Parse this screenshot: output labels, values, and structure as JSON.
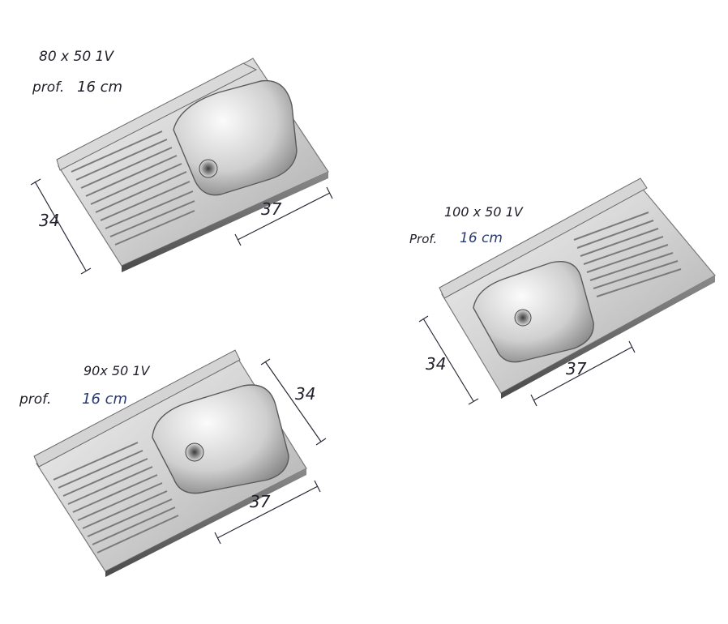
{
  "colors": {
    "steel_light": "#e6e6e6",
    "steel_mid": "#bdbdbd",
    "steel_dark": "#6d6d6d",
    "ink": "#1f1f2a",
    "ink_blue": "#2a3a73"
  },
  "sinks": [
    {
      "size_label": "80 x 50 1V",
      "depth_prefix": "prof.",
      "depth_value": "16 cm",
      "dim_width": "37",
      "dim_depth": "34"
    },
    {
      "size_label": "100 x 50 1V",
      "depth_prefix": "Prof.",
      "depth_value": "16 cm",
      "dim_width": "37",
      "dim_depth": "34"
    },
    {
      "size_label": "90x 50 1V",
      "depth_prefix": "prof.",
      "depth_value": "16 cm",
      "dim_width": "37",
      "dim_depth": "34"
    }
  ]
}
